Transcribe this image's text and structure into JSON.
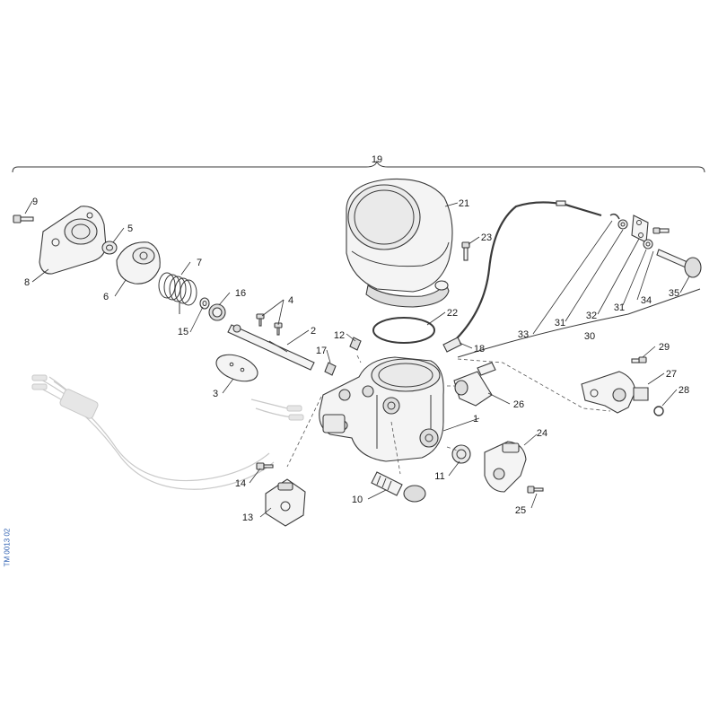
{
  "diagram": {
    "document_code": "TM 0013 02",
    "callouts": {
      "c1": "1",
      "c2": "2",
      "c3": "3",
      "c4": "4",
      "c5": "5",
      "c6": "6",
      "c7": "7",
      "c8": "8",
      "c9": "9",
      "c10": "10",
      "c11": "11",
      "c12": "12",
      "c13": "13",
      "c14": "14",
      "c15": "15",
      "c16": "16",
      "c17": "17",
      "c18": "18",
      "c19": "19",
      "c21": "21",
      "c22": "22",
      "c23": "23",
      "c24": "24",
      "c25": "25",
      "c26": "26",
      "c27": "27",
      "c28": "28",
      "c29": "29",
      "c30": "30",
      "c31a": "31",
      "c31b": "31",
      "c32": "32",
      "c33": "33",
      "c34": "34",
      "c35": "35"
    },
    "colors": {
      "line": "#3a3a3a",
      "ghost": "#c9c9c9",
      "doc_code": "#2a5db0"
    }
  }
}
